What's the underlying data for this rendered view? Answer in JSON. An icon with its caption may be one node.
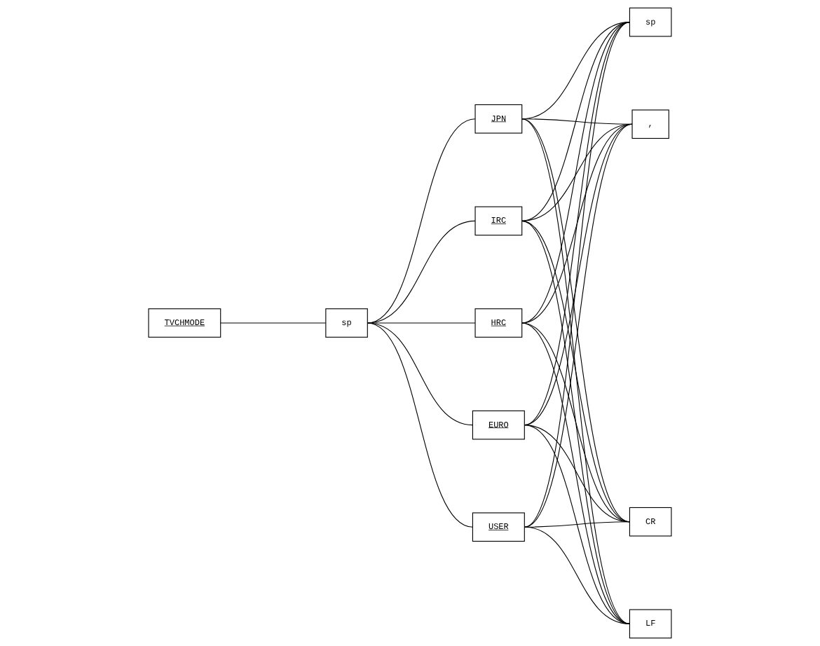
{
  "diagram": {
    "nodes": [
      {
        "text": [
          "TVCHMODE"
        ]
      },
      {
        "text": [
          "sp"
        ]
      },
      {
        "text": [
          "JPN"
        ]
      },
      {
        "text": [
          "IRC"
        ]
      },
      {
        "text": [
          "HRC"
        ]
      },
      {
        "text": [
          "EURO"
        ]
      },
      {
        "text": [
          "USER"
        ]
      },
      {
        "text": [
          "sp"
        ]
      },
      {
        "text": [
          ","
        ]
      },
      {
        "text": [
          "CR"
        ]
      },
      {
        "text": [
          "LF"
        ]
      }
    ],
    "edges": [
      {
        "from": 0,
        "to": 1,
        "arrow": "none"
      },
      {
        "from": 1,
        "to": 2,
        "arrow": "none"
      },
      {
        "from": 1,
        "to": 3,
        "arrow": "none"
      },
      {
        "from": 1,
        "to": 4,
        "arrow": "none"
      },
      {
        "from": 1,
        "to": 5,
        "arrow": "none"
      },
      {
        "from": 1,
        "to": 6,
        "arrow": "none"
      },
      {
        "from": 2,
        "to": 7,
        "arrow": "none"
      },
      {
        "from": 2,
        "to": 8,
        "arrow": "none"
      },
      {
        "from": 2,
        "to": 9,
        "arrow": "none"
      },
      {
        "from": 2,
        "to": 10,
        "arrow": "none"
      },
      {
        "from": 3,
        "to": 7,
        "arrow": "none"
      },
      {
        "from": 3,
        "to": 8,
        "arrow": "none"
      },
      {
        "from": 3,
        "to": 9,
        "arrow": "none"
      },
      {
        "from": 3,
        "to": 10,
        "arrow": "none"
      },
      {
        "from": 4,
        "to": 7,
        "arrow": "none"
      },
      {
        "from": 4,
        "to": 8,
        "arrow": "none"
      },
      {
        "from": 4,
        "to": 9,
        "arrow": "none"
      },
      {
        "from": 4,
        "to": 10,
        "arrow": "none"
      },
      {
        "from": 5,
        "to": 7,
        "arrow": "none"
      },
      {
        "from": 5,
        "to": 8,
        "arrow": "none"
      },
      {
        "from": 5,
        "to": 9,
        "arrow": "none"
      },
      {
        "from": 5,
        "to": 10,
        "arrow": "none"
      },
      {
        "from": 6,
        "to": 7,
        "arrow": "none"
      },
      {
        "from": 6,
        "to": 8,
        "arrow": "none"
      },
      {
        "from": 6,
        "to": 9,
        "arrow": "none"
      },
      {
        "from": 6,
        "to": 10,
        "arrow": "none"
      }
    ]
  }
}
